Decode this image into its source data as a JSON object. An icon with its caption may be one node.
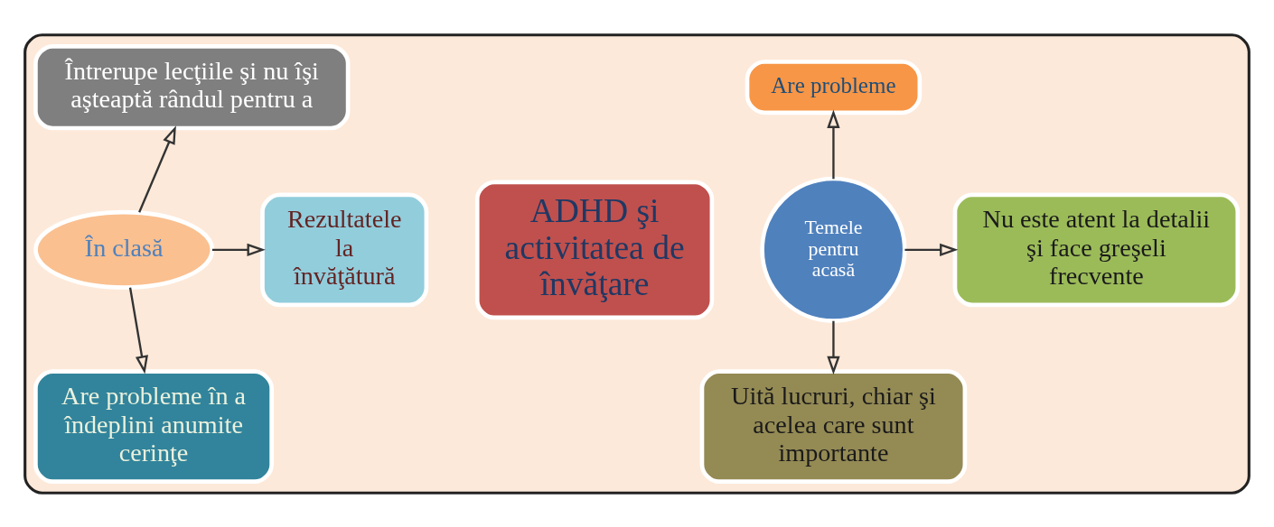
{
  "diagram": {
    "nodes": [
      {
        "text": [],
        "shape": "box"
      },
      {
        "text": [
          "Are probleme"
        ],
        "in": 0
      },
      {
        "text": [
          "Temele pentru acasă"
        ],
        "in": 0
      },
      {
        "text": [
          "Nu este atent la detalii şi face greşeli frecvente"
        ],
        "in": 0
      },
      {
        "text": [
          "ADHD şi activitatea de învăţare"
        ],
        "in": 0
      },
      {
        "text": [
          "Uită lucruri, chiar şi acelea care sunt importante"
        ],
        "in": 0
      },
      {
        "text": [
          "Întrerupe lecţiile şi nu îşi aşteaptă rândul pentru a"
        ],
        "in": 0
      },
      {
        "text": [
          "În clasă"
        ],
        "in": 0
      },
      {
        "text": [
          "Rezultatele la învăţătură"
        ],
        "in": 0
      },
      {
        "text": [
          "Are probleme în a îndeplini anumite cerinţe"
        ],
        "in": 0
      }
    ],
    "edges": [
      {
        "from": 2,
        "to": 1,
        "arrow": "to"
      },
      {
        "from": 2,
        "to": 3,
        "arrow": "to"
      },
      {
        "from": 2,
        "to": 5,
        "arrow": "to"
      },
      {
        "from": 7,
        "to": 6,
        "arrow": "to"
      },
      {
        "from": 7,
        "to": 8,
        "arrow": "to"
      },
      {
        "from": 7,
        "to": 9,
        "arrow": "to"
      }
    ]
  }
}
